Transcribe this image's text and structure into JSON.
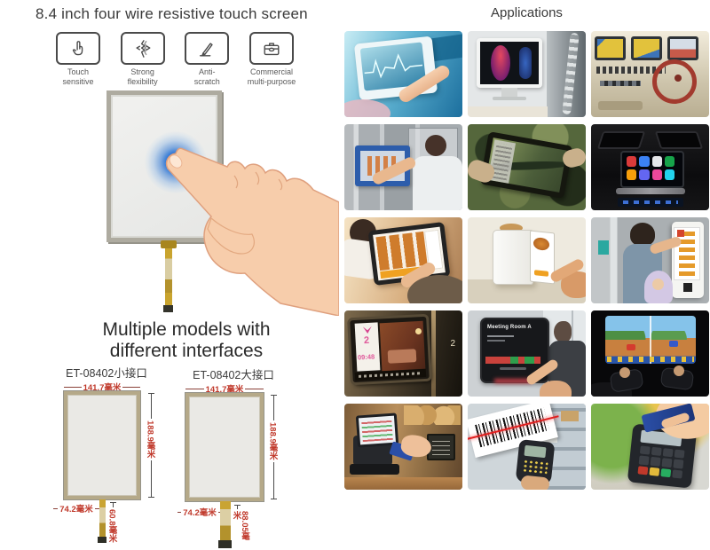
{
  "header": {
    "title": "8.4 inch four wire resistive touch screen"
  },
  "features": [
    {
      "icon": "touch-finger-icon",
      "label": [
        "Touch",
        "sensitive"
      ]
    },
    {
      "icon": "flex-arrows-icon",
      "label": [
        "Strong",
        "flexibility"
      ]
    },
    {
      "icon": "stylus-icon",
      "label": [
        "Anti-",
        "scratch"
      ]
    },
    {
      "icon": "briefcase-icon",
      "label": [
        "Commercial",
        "multi-purpose"
      ]
    }
  ],
  "models_section": {
    "heading": [
      "Multiple models with",
      "different interfaces"
    ],
    "models": [
      {
        "name": "ET-08402小接口",
        "width": "141.7毫米",
        "height": "188.9毫米",
        "bottom_width": "74.2毫米",
        "cable_length": "60.8毫米"
      },
      {
        "name": "ET-08402大接口",
        "width": "141.7毫米",
        "height": "188.9毫米",
        "bottom_width": "74.2毫米",
        "cable_length": "88.05毫米"
      }
    ]
  },
  "applications": {
    "heading": "Applications",
    "items": [
      {
        "name": "medical-touch-monitor",
        "depicts": "hand touching medical monitor in operating room"
      },
      {
        "name": "medical-imaging-workstation",
        "depicts": "diagnostic monitor with anatomy scan and spine X-ray"
      },
      {
        "name": "ship-navigation-console",
        "depicts": "boat helm console with chartplotter screens and red wheel"
      },
      {
        "name": "industrial-control-panel",
        "depicts": "worker operating blue HMI machine touch panel"
      },
      {
        "name": "military-rugged-tablet",
        "depicts": "soldier holding rugged tablet with satellite map"
      },
      {
        "name": "car-infotainment",
        "depicts": "car dashboard touch screen with app icons"
      },
      {
        "name": "restaurant-pos-terminal",
        "depicts": "cashier and customer at food ordering touch screen"
      },
      {
        "name": "countertop-order-kiosk",
        "depicts": "finger tapping countertop self-order kiosk"
      },
      {
        "name": "wall-vending-kiosk",
        "depicts": "woman and child at wall-mounted vending touch screen"
      },
      {
        "name": "elevator-display",
        "floor": "2",
        "time": "09:48",
        "depicts": "elevator advertising display showing hotel room"
      },
      {
        "name": "meeting-room-panel",
        "screen_title": "Meeting Room A",
        "depicts": "wall meeting room booking touch panel"
      },
      {
        "name": "handheld-game-console",
        "depicts": "players with gamepads and split-screen racing game"
      },
      {
        "name": "bakery-pos-register",
        "depicts": "card payment at bakery POS register"
      },
      {
        "name": "warehouse-barcode-scanner",
        "depicts": "handheld scanner reading barcode label"
      },
      {
        "name": "card-payment-terminal",
        "depicts": "hand swiping credit card through payment terminal"
      }
    ]
  },
  "colors": {
    "dimension_red": "#c0392b",
    "panel_frame_tan": "#b5a989",
    "touch_glow_blue": "#2f77d6",
    "cable_gold": "#c9a433"
  }
}
